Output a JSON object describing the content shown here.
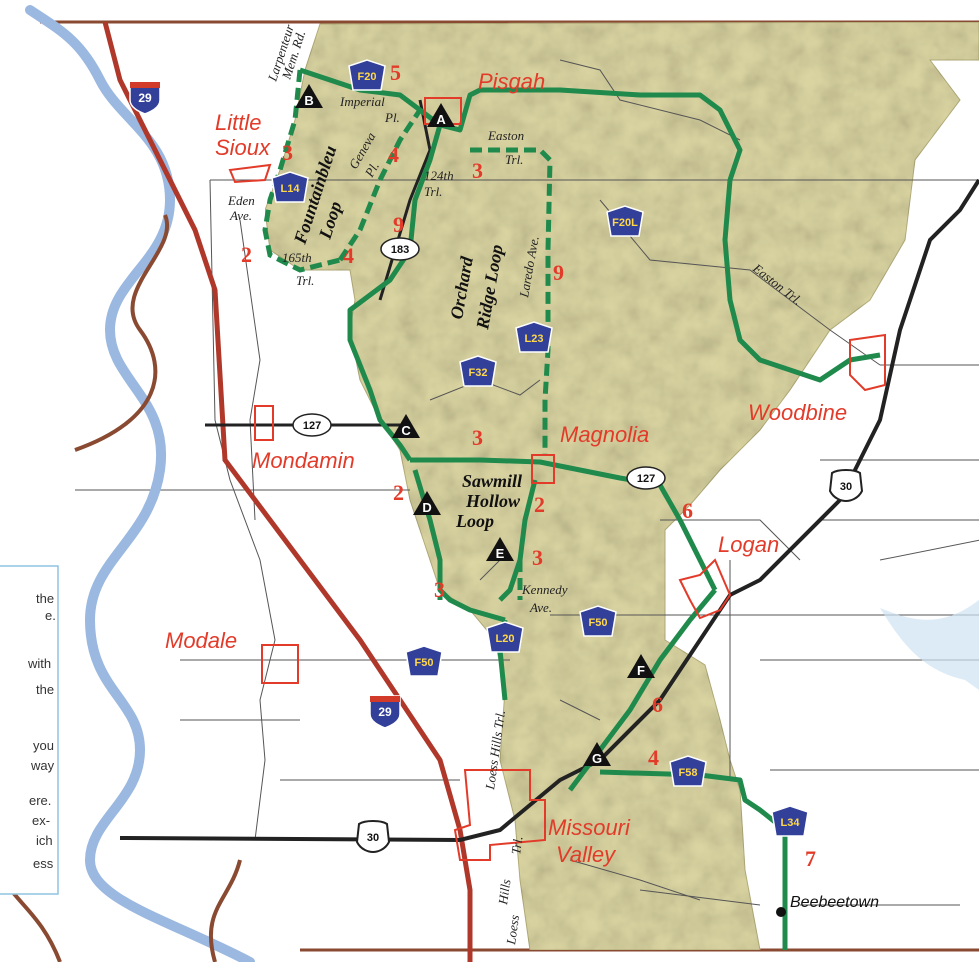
{
  "towns": {
    "pisgah": "Pisgah",
    "little": "Little",
    "sioux": "Sioux",
    "mondamin": "Mondamin",
    "magnolia": "Magnolia",
    "woodbine": "Woodbine",
    "logan": "Logan",
    "modale": "Modale",
    "missouri": "Missouri",
    "valley": "Valley",
    "beebeetown": "Beebeetown"
  },
  "loops": {
    "fountainbleu_1": "Fountainbleu",
    "fountainbleu_2": "Loop",
    "orchard_1": "Orchard",
    "orchard_2": "Ridge Loop",
    "sawmill_1": "Sawmill",
    "sawmill_2": "Hollow",
    "sawmill_3": "Loop"
  },
  "roads": {
    "larpenteur_1": "Larpenteur",
    "larpenteur_2": "Mem. Rd.",
    "imperial": "Imperial",
    "pl1": "Pl.",
    "geneva": "Geneva",
    "pl2": "Pl.",
    "easton": "Easton",
    "trl1": "Trl.",
    "trl124": "124th",
    "trl124b": "Trl.",
    "eden": "Eden",
    "ave1": "Ave.",
    "t165": "165th",
    "trl2": "Trl.",
    "laredo": "Laredo Ave.",
    "easton_trl": "Easton Trl.",
    "kennedy": "Kennedy",
    "ave2": "Ave.",
    "loess1": "Loess Hills Trl.",
    "loess2": "Hills",
    "loess3": "Trl.",
    "loess4": "Loess"
  },
  "shields": {
    "f20": "F20",
    "l14": "L14",
    "f20l": "F20L",
    "l23": "L23",
    "f32": "F32",
    "f50a": "F50",
    "f50b": "F50",
    "l20": "L20",
    "f58": "F58",
    "l34": "L34",
    "i29a": "29",
    "i29b": "29",
    "r183": "183",
    "r127a": "127",
    "r127b": "127",
    "r30a": "30",
    "r30b": "30"
  },
  "points": {
    "a": "A",
    "b": "B",
    "c": "C",
    "d": "D",
    "e": "E",
    "f": "F",
    "g": "G"
  },
  "segments": {
    "s1": "5",
    "s2": "3",
    "s3": "4",
    "s4": "3",
    "s5": "9",
    "s6": "2",
    "s7": "4",
    "s8": "9",
    "s9": "3",
    "s10": "2",
    "s11": "2",
    "s12": "3",
    "s13": "3",
    "s14": "6",
    "s15": "6",
    "s16": "4",
    "s17": "7"
  },
  "legend": {
    "l1": "the",
    "l2": "e.",
    "l3": "with",
    "l4": "the",
    "l5": "you",
    "l6": "way",
    "l7": "ere.",
    "l8": "ex-",
    "l9": "ich",
    "l10": "ess"
  },
  "colors": {
    "hills": "#ddd7a4",
    "route": "#1f8a4c",
    "town": "#e23b2a",
    "river": "#9ab8e0",
    "shield": "#33409a",
    "frame": "#8a4a32"
  }
}
